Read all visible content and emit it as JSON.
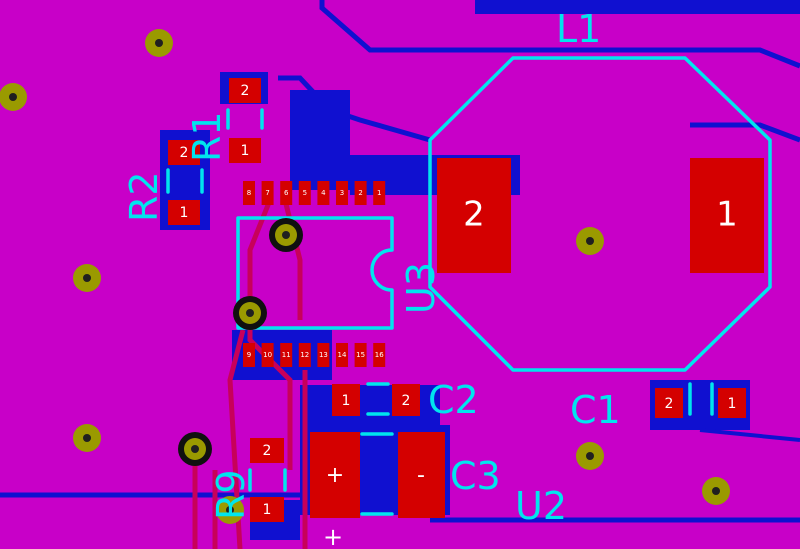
{
  "colors": {
    "board": "#c800c8",
    "copper_bottom": "#1010d0",
    "trace_red": "#c8005a",
    "pad": "#d40000",
    "silkscreen": "#00e5ee",
    "via_ring": "#9a9a00"
  },
  "refdes": {
    "l1": "L1",
    "r1": "R1",
    "r2": "R2",
    "u3": "U3",
    "c2": "C2",
    "c1": "C1",
    "c3": "C3",
    "u2": "U2",
    "r9": "R9"
  },
  "pads": {
    "l1_pin2": "2",
    "l1_pin1": "1",
    "r1_pin2": "2",
    "r1_pin1": "1",
    "r2_pin2": "2",
    "r2_pin1": "1",
    "c2_pin1": "1",
    "c2_pin2": "2",
    "c1_pin2": "2",
    "c1_pin1": "1",
    "c3_plus": "+",
    "c3_minus": "-",
    "r9_pin2": "2",
    "r9_pin1": "1",
    "c3_plus_mark": "+"
  },
  "u3_pins_top": [
    "8",
    "7",
    "6",
    "5",
    "4",
    "3",
    "2",
    "1"
  ],
  "u3_pins_bottom": [
    "9",
    "10",
    "11",
    "12",
    "13",
    "14",
    "15",
    "16"
  ]
}
